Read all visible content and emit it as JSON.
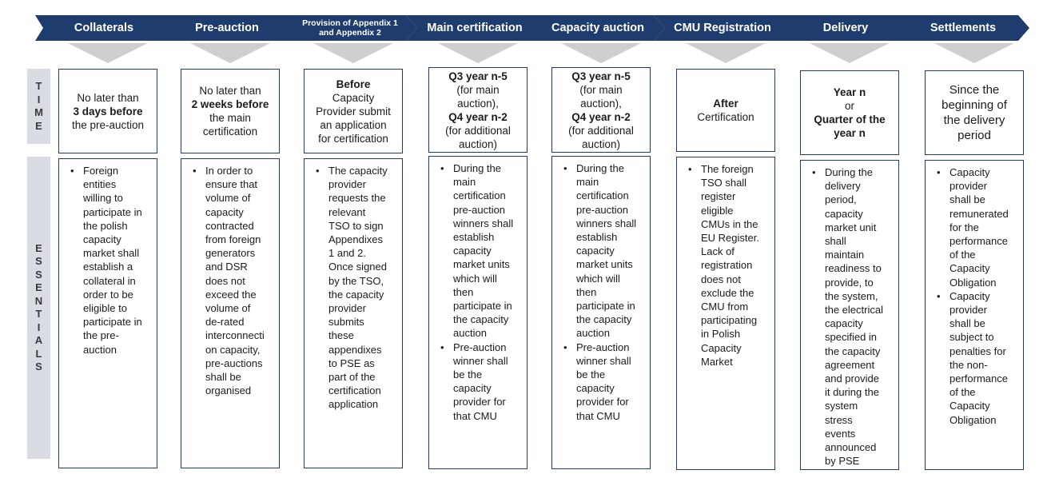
{
  "stages": [
    {
      "label": "Collaterals"
    },
    {
      "label": "Pre-auction"
    },
    {
      "label": "Provision of Appendix 1 and Appendix 2"
    },
    {
      "label": "Main certification"
    },
    {
      "label": "Capacity auction"
    },
    {
      "label": "CMU Registration"
    },
    {
      "label": "Delivery"
    },
    {
      "label": "Settlements"
    }
  ],
  "side_labels": {
    "time": [
      "T",
      "I",
      "M",
      "E"
    ],
    "essentials": [
      "E",
      "S",
      "S",
      "E",
      "N",
      "T",
      "I",
      "A",
      "L",
      "S"
    ]
  },
  "time": [
    [
      [
        "No later than",
        false
      ],
      [
        "3 days before",
        true
      ],
      [
        "the pre-auction",
        false
      ]
    ],
    [
      [
        "No later than",
        false
      ],
      [
        "2 weeks before",
        true
      ],
      [
        "the main",
        false
      ],
      [
        "certification",
        false
      ]
    ],
    [
      [
        "Before",
        true
      ],
      [
        "Capacity",
        false
      ],
      [
        "Provider submit",
        false
      ],
      [
        "an application",
        false
      ],
      [
        "for certification",
        false
      ]
    ],
    [
      [
        "Q3 year n-5",
        true
      ],
      [
        "(for main",
        false
      ],
      [
        "auction),",
        false
      ],
      [
        "Q4 year n-2",
        true
      ],
      [
        "(for additional",
        false
      ],
      [
        "auction)",
        false
      ]
    ],
    [
      [
        "Q3 year n-5",
        true
      ],
      [
        "(for main",
        false
      ],
      [
        "auction),",
        false
      ],
      [
        "Q4 year n-2",
        true
      ],
      [
        "(for additional",
        false
      ],
      [
        "auction)",
        false
      ]
    ],
    [
      [
        "After",
        true
      ],
      [
        "Certification",
        false
      ]
    ],
    [
      [
        "Year n",
        true
      ],
      [
        "or",
        false
      ],
      [
        "Quarter of the",
        true
      ],
      [
        "year n",
        true
      ]
    ],
    [
      [
        "Since the",
        false
      ],
      [
        "beginning of",
        false
      ],
      [
        "the delivery",
        false
      ],
      [
        "period",
        false
      ]
    ]
  ],
  "essentials": [
    [
      "Foreign\nentities\nwilling to\nparticipate in\nthe polish\ncapacity\nmarket shall\nestablish a\ncollateral in\norder to be\neligible to\nparticipate in\nthe pre-\nauction"
    ],
    [
      "In order to\nensure that\nvolume of\ncapacity\ncontracted\nfrom foreign\ngenerators\nand DSR\ndoes not\nexceed the\nvolume of\nde-rated\ninterconnecti\non capacity,\npre-auctions\nshall be\norganised"
    ],
    [
      "The capacity\nprovider\nrequests the\nrelevant\nTSO to sign\nAppendixes\n1 and 2.\nOnce signed\nby the TSO,\nthe capacity\nprovider\nsubmits\nthese\nappendixes\nto PSE as\npart of the\ncertification\napplication"
    ],
    [
      "During the\nmain\ncertification\npre-auction\nwinners shall\nestablish\ncapacity\nmarket units\nwhich will\nthen\nparticipate in\nthe capacity\nauction",
      "Pre-auction\nwinner shall\nbe the\ncapacity\nprovider for\nthat CMU"
    ],
    [
      "During the\nmain\ncertification\npre-auction\nwinners shall\nestablish\ncapacity\nmarket units\nwhich will\nthen\nparticipate in\nthe capacity\nauction",
      "Pre-auction\nwinner shall\nbe the\ncapacity\nprovider for\nthat CMU"
    ],
    [
      "The foreign\nTSO shall\nregister\neligible\nCMUs in the\nEU Register.\nLack of\nregistration\ndoes not\nexclude the\nCMU from\nparticipating\nin Polish\nCapacity\nMarket"
    ],
    [
      "During the\ndelivery\nperiod,\ncapacity\nmarket unit\nshall\nmaintain\nreadiness to\nprovide, to\nthe system,\nthe electrical\ncapacity\nspecified in\nthe capacity\nagreement\nand provide\nit during the\nsystem\nstress\nevents\nannounced\nby PSE"
    ],
    [
      "Capacity\nprovider\nshall be\nremunerated\nfor the\nperformance\nof the\nCapacity\nObligation",
      "Capacity\nprovider\nshall be\nsubject to\npenalties for\nthe non-\nperformance\nof the\nCapacity\nObligation"
    ]
  ],
  "colors": {
    "arrow": "#1f3c6e",
    "border": "#1f3c6e",
    "side": "#d9dde3",
    "funnel": "#cfcfcf"
  }
}
